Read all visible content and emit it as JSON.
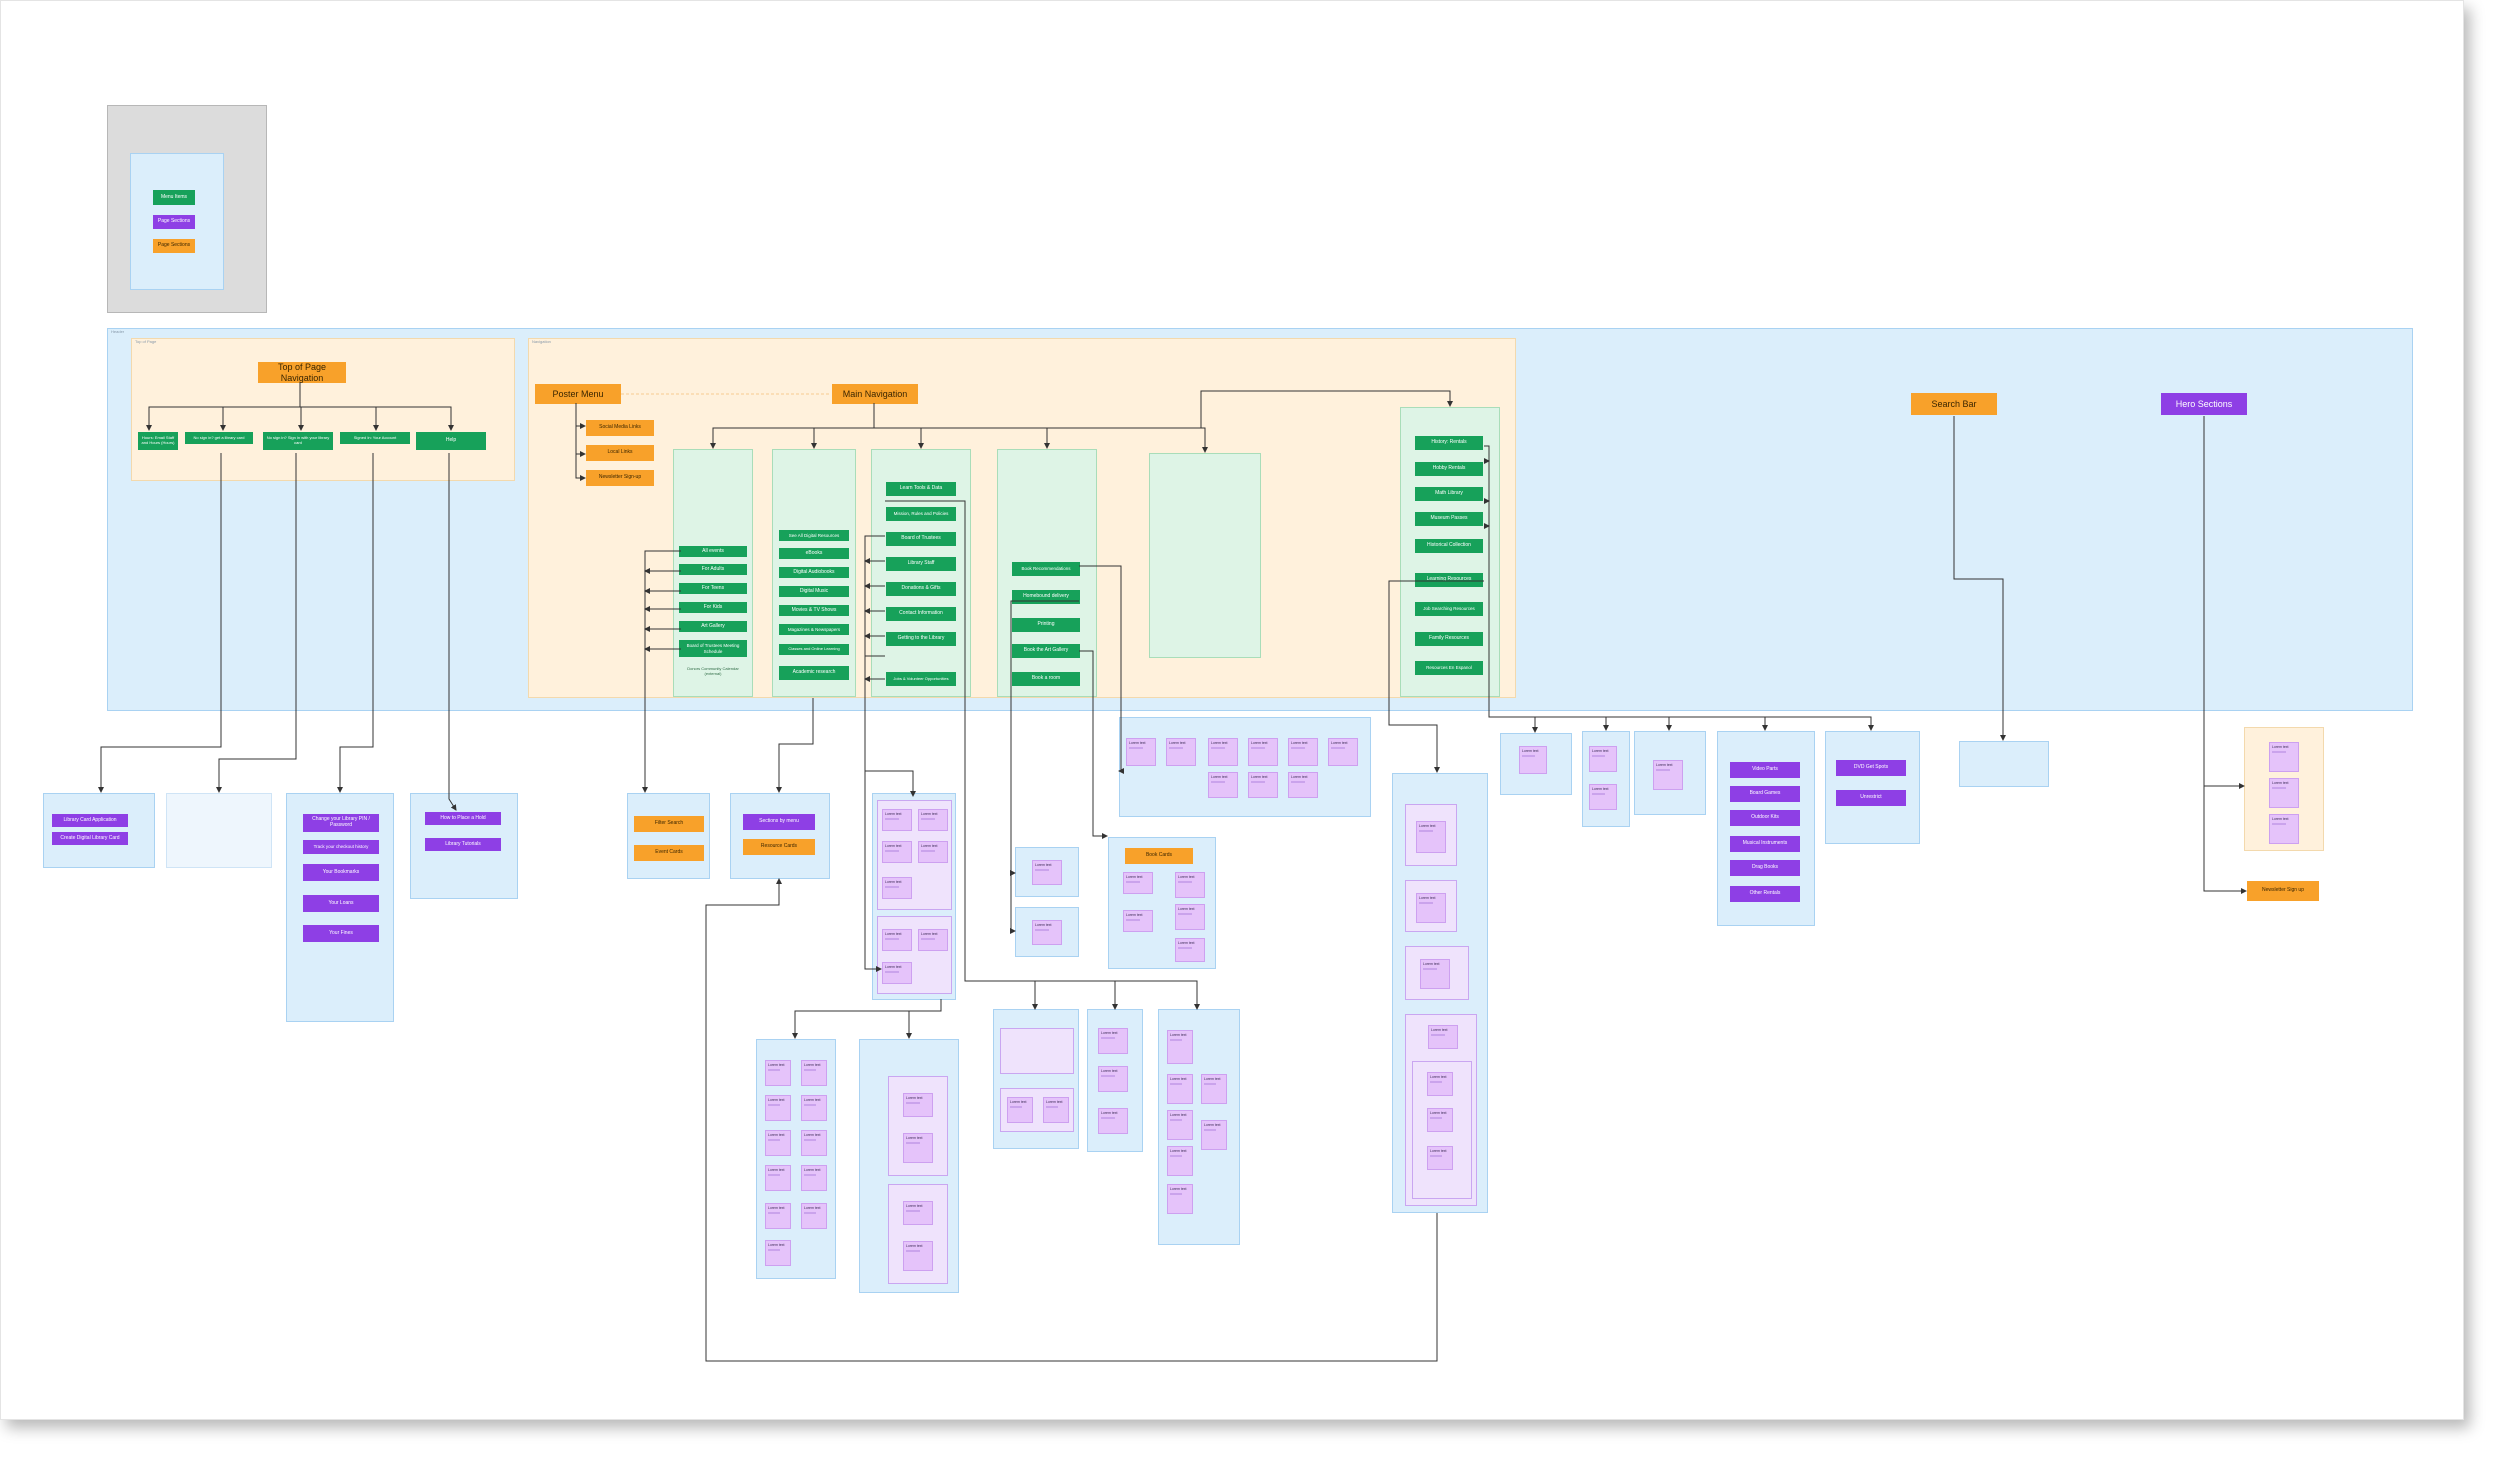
{
  "legend": {
    "items": [
      {
        "label": "Menu Items",
        "color": "#17a15a"
      },
      {
        "label": "Page Sections",
        "color": "#8e3fe5"
      },
      {
        "label": "Page Sections",
        "color": "#f8a12a"
      }
    ]
  },
  "top_nav": {
    "title": "Top of Page Navigation",
    "items": [
      "Hours: Email Staff and Hours (Hours)",
      "No sign in? get a library card",
      "No sign in? Sign in with your library card",
      "Signed In: Your Account",
      "Help"
    ]
  },
  "poster_menu": {
    "title": "Poster Menu",
    "items": [
      "Social Media Links",
      "Local Links",
      "Newsletter Sign-up"
    ]
  },
  "main_nav": {
    "title": "Main Navigation",
    "col1": [
      "All events",
      "For Adults",
      "For Teens",
      "For Kids",
      "Art Gallery",
      "Board of Trustees Meeting Schedule"
    ],
    "col1_note": "Donors Community Calendar (external)",
    "col2": [
      "See All Digital Resources",
      "eBooks",
      "Digital Audiobooks",
      "Digital Music",
      "Movies & TV Shows",
      "Magazines & Newspapers",
      "Classes and Online Learning",
      "Academic research"
    ],
    "col3": [
      "Learn Tools & Data",
      "Mission, Rules and Policies",
      "Board of Trustees",
      "Library Staff",
      "Donations & Gifts",
      "Contact Information",
      "Getting to the Library",
      "Jobs & Volunteer Opportunities"
    ],
    "col4": [
      "Book Recommendations",
      "Homebound delivery",
      "Printing",
      "Book the Art Gallery",
      "Book a room"
    ],
    "col6": [
      "History: Rentals",
      "Hobby Rentals",
      "Math Library",
      "Museum Passes",
      "Historical Collection",
      "Learning Resources",
      "Job Searching Resources",
      "Family Resources",
      "Resources En Espanol"
    ]
  },
  "search_bar": {
    "title": "Search Bar"
  },
  "hero_sections": {
    "title": "Hero Sections"
  },
  "library_card": {
    "items": [
      "Library Card Application",
      "Create Digital Library Card"
    ]
  },
  "account": {
    "items": [
      "Change your Library PIN / Password",
      "Track your checkout history",
      "Your Bookmarks",
      "Your Loans",
      "Your Fines"
    ]
  },
  "help": {
    "items": [
      "How to Place a Hold",
      "Library Tutorials"
    ]
  },
  "events": {
    "items": [
      "Filter Search",
      "Event Cards"
    ]
  },
  "resources": {
    "items": [
      "Sections by menu",
      "Resource Cards"
    ]
  },
  "services_card": {
    "label": "Book Cards"
  },
  "equipment": {
    "items": [
      "Video Parts",
      "Board Games",
      "Outdoor Kits",
      "Musical Instruments",
      "Drag Books",
      "Other Rentals"
    ]
  },
  "museum": {
    "items": [
      "DVD Get Spots",
      "Unrestrict"
    ]
  },
  "hero_panel": {
    "button": "Newsletter Sign up"
  }
}
